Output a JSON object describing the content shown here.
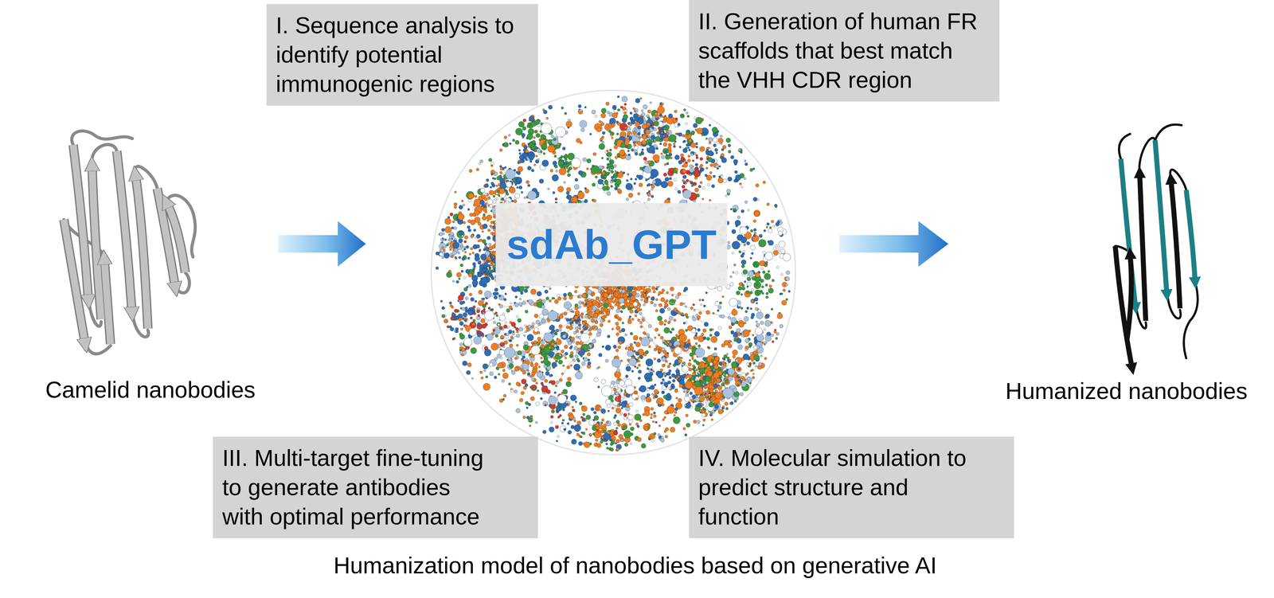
{
  "diagram": {
    "caption": "Humanization model of nanobodies based on generative AI",
    "nodes": [
      {
        "text": [
          "I. Sequence analysis to identify potential immunogenic regions"
        ]
      },
      {
        "text": [
          "II. Generation of human FR scaffolds that best match the VHH CDR region"
        ]
      },
      {
        "text": [
          "sdAb_GPT"
        ]
      },
      {
        "text": [
          "III. Multi-target fine-tuning to generate antibodies with optimal performance"
        ]
      },
      {
        "text": [
          "IV. Molecular simulation to predict structure and function"
        ]
      }
    ],
    "labels": [
      "Camelid nanobodies",
      "Humanized nanobodies"
    ]
  }
}
